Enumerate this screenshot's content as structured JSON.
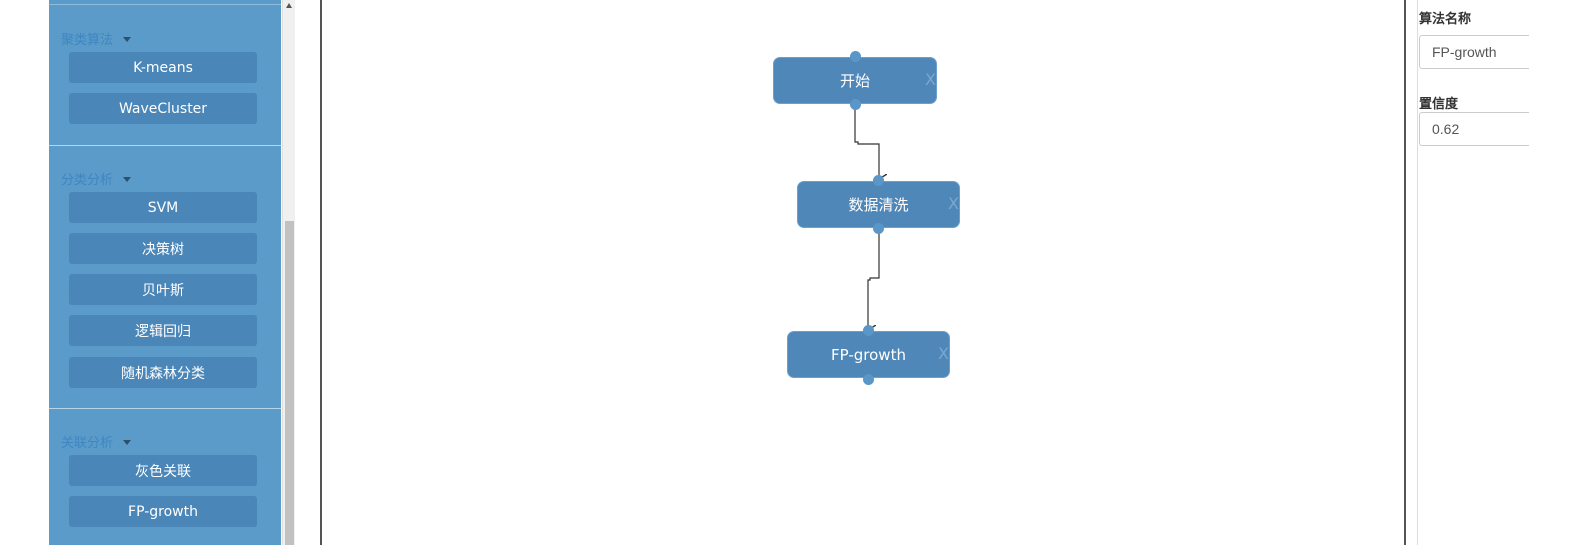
{
  "sidebar": {
    "groups": [
      {
        "title": "聚类算法",
        "items": [
          "K-means",
          "WaveCluster"
        ]
      },
      {
        "title": "分类分析",
        "items": [
          "SVM",
          "决策树",
          "贝叶斯",
          "逻辑回归",
          "随机森林分类"
        ]
      },
      {
        "title": "关联分析",
        "items": [
          "灰色关联",
          "FP-growth"
        ]
      }
    ]
  },
  "canvas": {
    "nodes": [
      {
        "label": "开始",
        "close": "X"
      },
      {
        "label": "数据清洗",
        "close": "X"
      },
      {
        "label": "FP-growth",
        "close": "X"
      }
    ]
  },
  "properties": {
    "algorithm_name_label": "算法名称",
    "algorithm_name_value": "FP-growth",
    "confidence_label": "置信度",
    "confidence_value": "0.62"
  },
  "colors": {
    "sidebar_bg": "#5a9bc9",
    "button_bg": "#4a86b7",
    "node_bg": "#4f87b8",
    "group_title": "#3f86c1"
  }
}
